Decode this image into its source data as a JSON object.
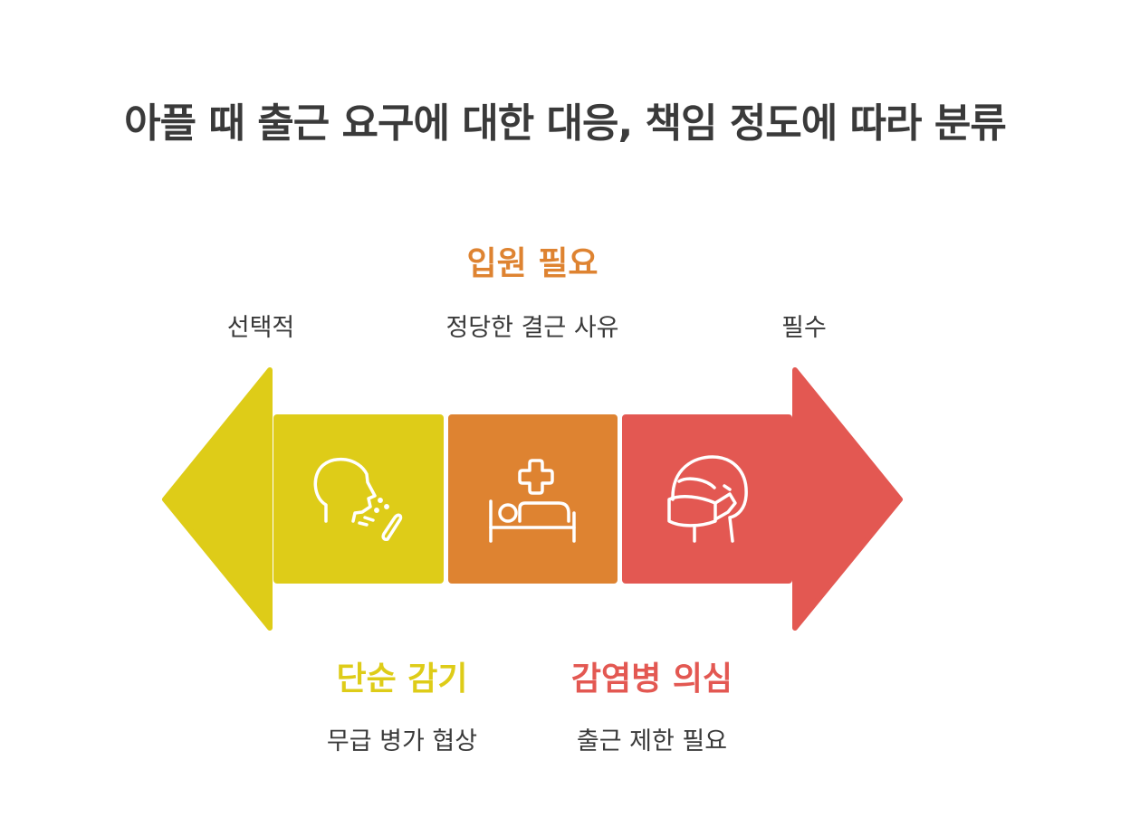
{
  "title": "아플 때 출근 요구에 대한 대응, 책임 정도에 따라 분류",
  "scale": {
    "left": "선택적",
    "center": "정당한 결근 사유",
    "right": "필수"
  },
  "categories": [
    {
      "label": "단순 감기",
      "description": "무급 병가 협상",
      "color": "#DECC18",
      "icon": "sneezing-person-icon"
    },
    {
      "label": "입원 필요",
      "description": "",
      "color": "#DE8331",
      "icon": "hospital-bed-icon"
    },
    {
      "label": "감염병 의심",
      "description": "출근 제한 필요",
      "color": "#E35852",
      "icon": "masked-person-icon"
    }
  ]
}
